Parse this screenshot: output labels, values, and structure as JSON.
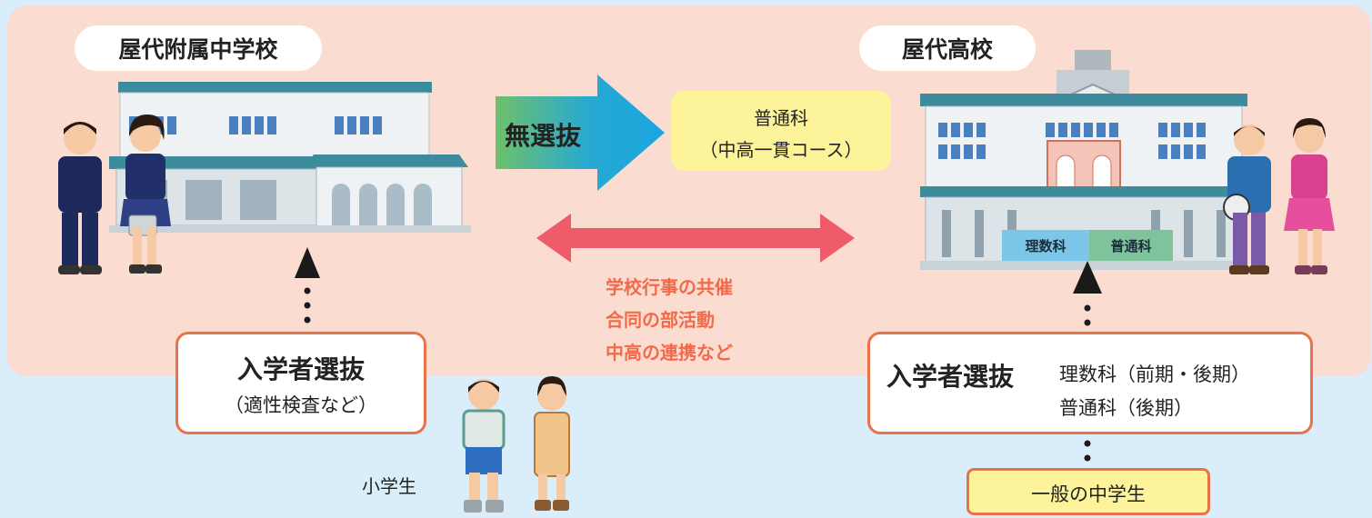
{
  "junior_high": {
    "name": "屋代附属中学校",
    "admission_title": "入学者選抜",
    "admission_note": "（適性検査など）"
  },
  "high_school": {
    "name": "屋代高校",
    "dept_science": "理数科",
    "dept_general": "普通科",
    "admission_title": "入学者選抜",
    "admission_line1": "理数科（前期・後期）",
    "admission_line2": "普通科（後期）"
  },
  "transition": {
    "arrow_label": "無選抜",
    "course_line1": "普通科",
    "course_line2": "（中高一貫コース）"
  },
  "exchange": {
    "items": [
      "学校行事の共催",
      "合同の部活動",
      "中高の連携など"
    ]
  },
  "elementary_label": "小学生",
  "general_students_label": "一般の中学生",
  "colors": {
    "panel_bg": "#fbdcd1",
    "page_bg": "#d9eefa",
    "box_border": "#e8734b",
    "exchange_text": "#f26a4a",
    "course_bg": "#fdf39a"
  }
}
